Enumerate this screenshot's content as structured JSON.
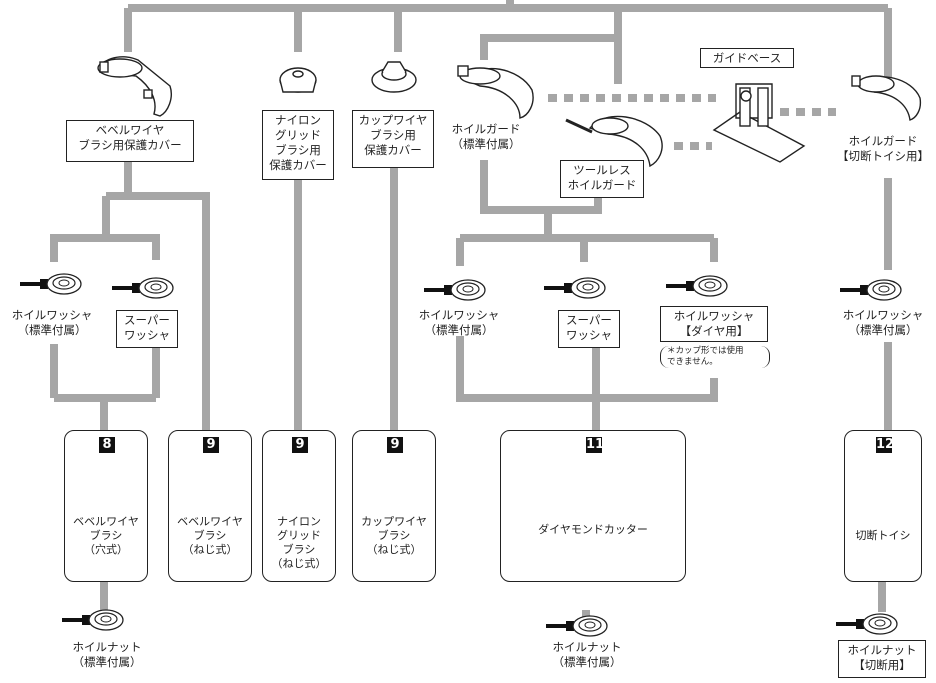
{
  "colors": {
    "connector": "#a6a6a6",
    "ink": "#222222",
    "dotted": "#a6a6a6"
  },
  "covers": {
    "bevel_cover": "ベベルワイヤ\nブラシ用保護カバー",
    "nylon_cover": "ナイロン\nグリッド\nブラシ用\n保護カバー",
    "cup_cover": "カップワイヤ\nブラシ用\n保護カバー",
    "wheel_guard": "ホイルガード\n（標準付属）",
    "toolless_guard": "ツールレス\nホイルガード",
    "guide_base": "ガイドベース",
    "cut_guard": "ホイルガード\n【切断トイシ用】"
  },
  "washers": {
    "std_left": "ホイルワッシャ\n（標準付属）",
    "super_left": "スーパー\nワッシャ",
    "std_mid": "ホイルワッシャ\n（標準付属）",
    "super_mid": "スーパー\nワッシャ",
    "diamond": "ホイルワッシャ\n【ダイヤ用】",
    "diamond_note": "＊カップ形では使用\nできません。",
    "std_right": "ホイルワッシャ\n（標準付属）"
  },
  "accessories": [
    {
      "num": "8",
      "label": "ベベルワイヤ\nブラシ\n（穴式）",
      "icon": "bevel-wire-brush-hole"
    },
    {
      "num": "9",
      "label": "ベベルワイヤ\nブラシ\n（ねじ式）",
      "icon": "bevel-wire-brush-screw"
    },
    {
      "num": "9",
      "label": "ナイロン\nグリッド\nブラシ\n（ねじ式）",
      "icon": "nylon-grid-brush"
    },
    {
      "num": "9",
      "label": "カップワイヤ\nブラシ\n（ねじ式）",
      "icon": "cup-wire-brush"
    },
    {
      "num": "11",
      "label": "ダイヤモンドカッター",
      "icon": "diamond-cutter"
    },
    {
      "num": "12",
      "label": "切断トイシ",
      "icon": "cutting-wheel"
    }
  ],
  "nuts": {
    "left": "ホイルナット\n（標準付属）",
    "mid": "ホイルナット\n（標準付属）",
    "right": "ホイルナット\n【切断用】"
  }
}
